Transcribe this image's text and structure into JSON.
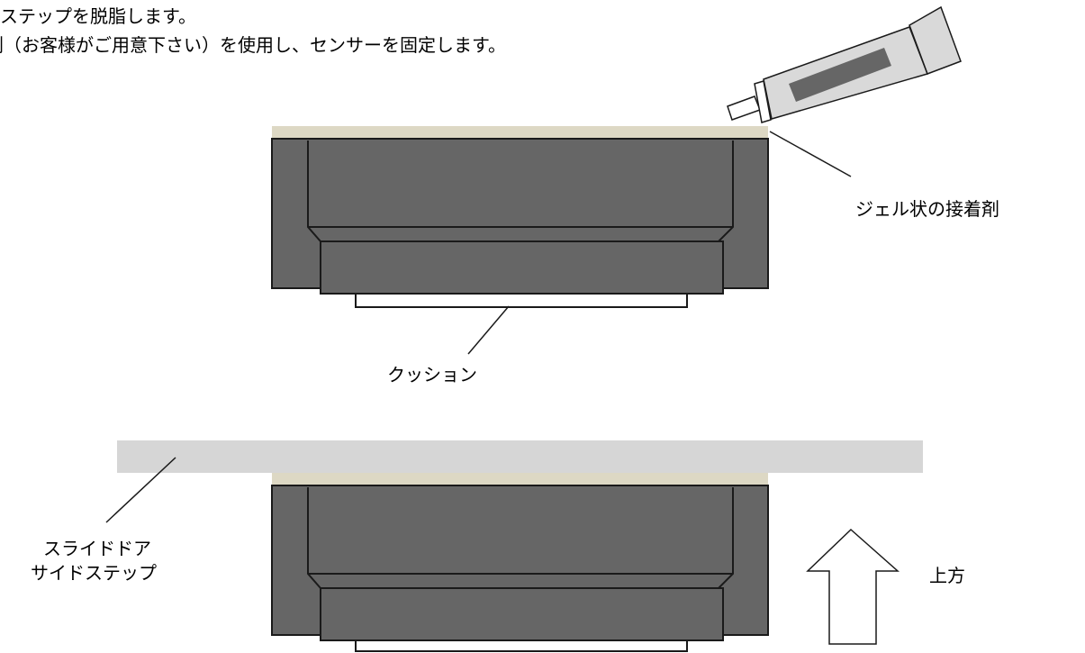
{
  "instructions": {
    "line1": "ドステップを脱脂します。",
    "line2": "剤（お客様がご用意下さい）を使用し、センサーを固定します。"
  },
  "labels": {
    "gel_adhesive": "ジェル状の接着剤",
    "cushion": "クッション",
    "slide_door_line1": "スライドドア",
    "slide_door_line2": "サイドステップ",
    "upward": "上方"
  },
  "colors": {
    "sensor_body": "#666666",
    "outline": "#1a1a1a",
    "adhesive": "#ddd8c4",
    "step": "#d6d6d6",
    "tube": "#d9d9d9",
    "tube_label": "#666666"
  },
  "icons": {
    "tube": "adhesive-tube-icon",
    "arrow": "up-arrow-icon"
  }
}
